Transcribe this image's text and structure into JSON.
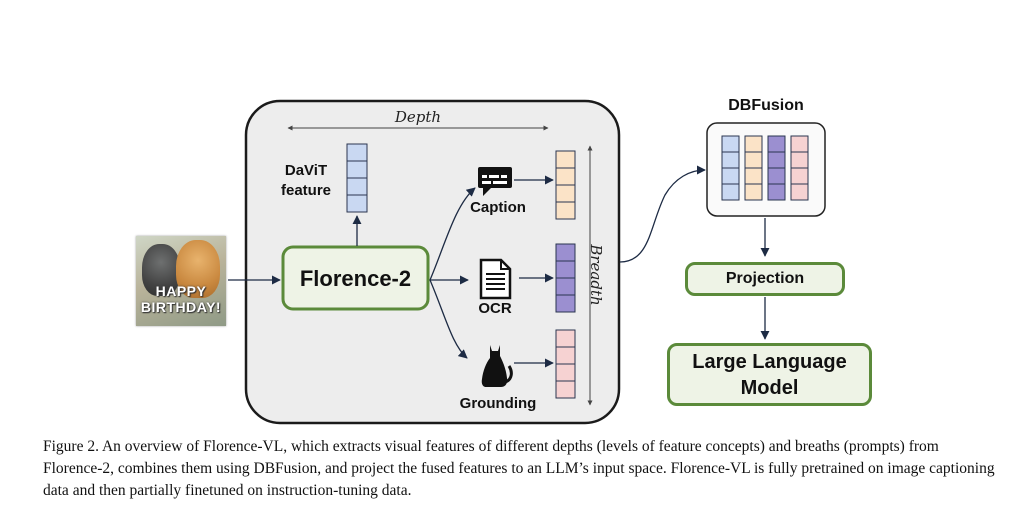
{
  "labels": {
    "depth": "Depth",
    "breadth": "Breadth",
    "davit_line1": "DaViT",
    "davit_line2": "feature",
    "florence": "Florence-2",
    "caption": "Caption",
    "ocr": "OCR",
    "grounding": "Grounding",
    "dbfusion": "DBFusion",
    "projection": "Projection",
    "llm_line1": "Large Language",
    "llm_line2": "Model"
  },
  "image": {
    "line1": "HAPPY",
    "line2": "BIRTHDAY!"
  },
  "figure_caption": "Figure 2. An overview of Florence-VL, which extracts visual features of different depths (levels of feature concepts) and breaths (prompts) from Florence-2, combines them using DBFusion, and project the fused features to an LLM’s input space. Florence-VL is fully pretrained on image captioning data and then partially finetuned on instruction-tuning data.",
  "colors": {
    "davit_feature": "#c9d8f2",
    "caption_feature": "#fbe3c7",
    "ocr_feature": "#9b8fd0",
    "grounding_feature": "#f6d2d2",
    "green_border": "#5b8a3a",
    "green_fill": "#eef3e6",
    "panel_fill": "#ededed"
  }
}
